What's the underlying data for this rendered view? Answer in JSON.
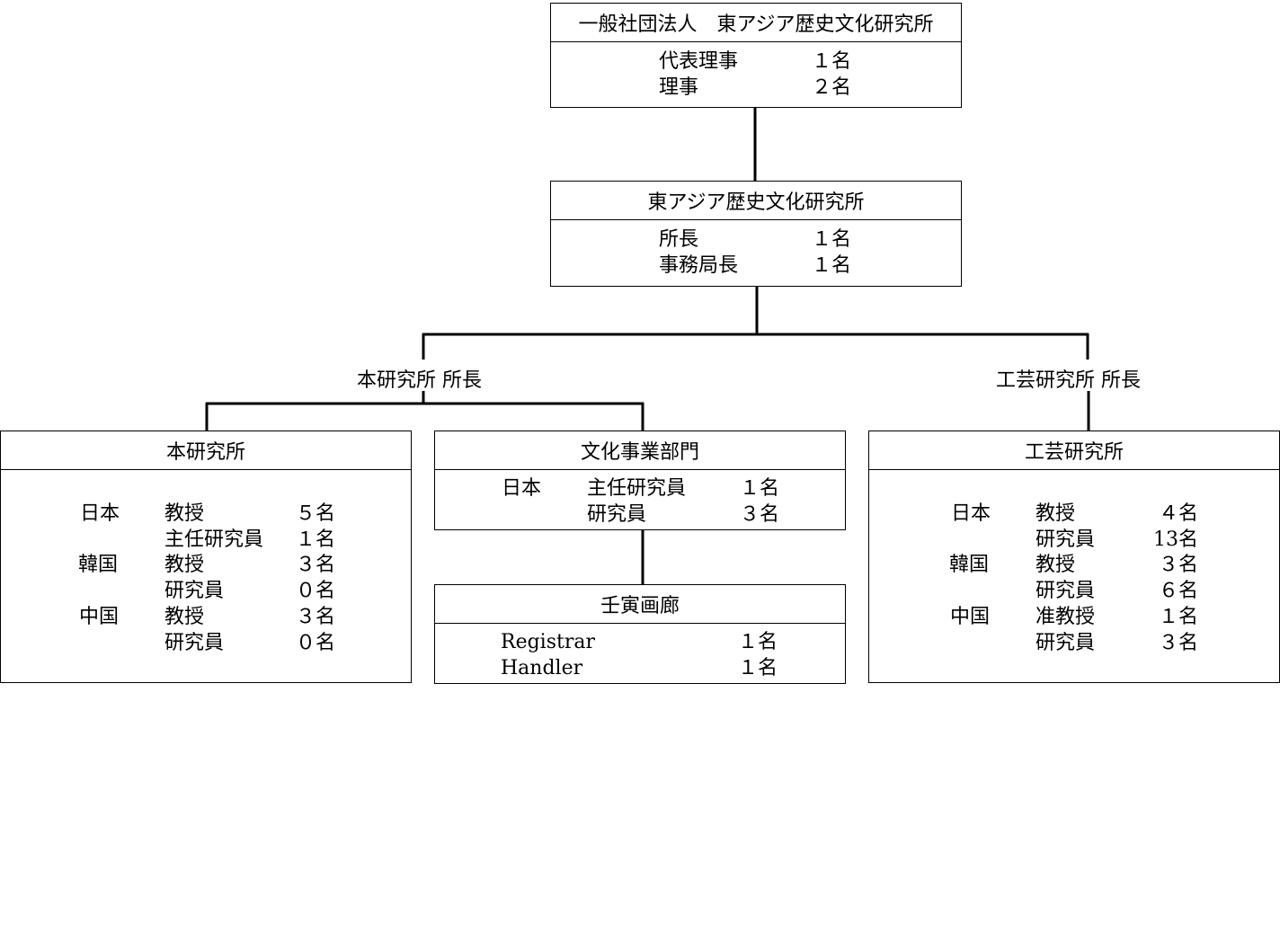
{
  "top": {
    "title": "一般社団法人　東アジア歴史文化研究所",
    "rows": [
      {
        "role": "代表理事",
        "count": "１名"
      },
      {
        "role": "理事",
        "count": "２名"
      }
    ]
  },
  "institute": {
    "title": "東アジア歴史文化研究所",
    "rows": [
      {
        "role": "所長",
        "count": "１名"
      },
      {
        "role": "事務局長",
        "count": "１名"
      }
    ]
  },
  "labels": {
    "main_director": "本研究所 所長",
    "craft_director": "工芸研究所 所長"
  },
  "main_lab": {
    "title": "本研究所",
    "rows": [
      {
        "country": "日本",
        "role": "教授",
        "count": "５名"
      },
      {
        "country": "",
        "role": "主任研究員",
        "count": "１名"
      },
      {
        "country": "韓国",
        "role": "教授",
        "count": "３名"
      },
      {
        "country": "",
        "role": "研究員",
        "count": "０名"
      },
      {
        "country": "中国",
        "role": "教授",
        "count": "３名"
      },
      {
        "country": "",
        "role": "研究員",
        "count": "０名"
      }
    ]
  },
  "culture_dept": {
    "title": "文化事業部門",
    "rows": [
      {
        "country": "日本",
        "role": "主任研究員",
        "count": "１名"
      },
      {
        "country": "",
        "role": "研究員",
        "count": "３名"
      }
    ]
  },
  "gallery": {
    "title": "壬寅画廊",
    "rows": [
      {
        "role": "Registrar",
        "count": "１名"
      },
      {
        "role": "Handler",
        "count": "１名"
      }
    ]
  },
  "craft_lab": {
    "title": "工芸研究所",
    "rows": [
      {
        "country": "日本",
        "role": "教授",
        "count": "４名"
      },
      {
        "country": "",
        "role": "研究員",
        "count": "13名"
      },
      {
        "country": "韓国",
        "role": "教授",
        "count": "３名"
      },
      {
        "country": "",
        "role": "研究員",
        "count": "６名"
      },
      {
        "country": "中国",
        "role": "准教授",
        "count": "１名"
      },
      {
        "country": "",
        "role": "研究員",
        "count": "３名"
      }
    ]
  }
}
